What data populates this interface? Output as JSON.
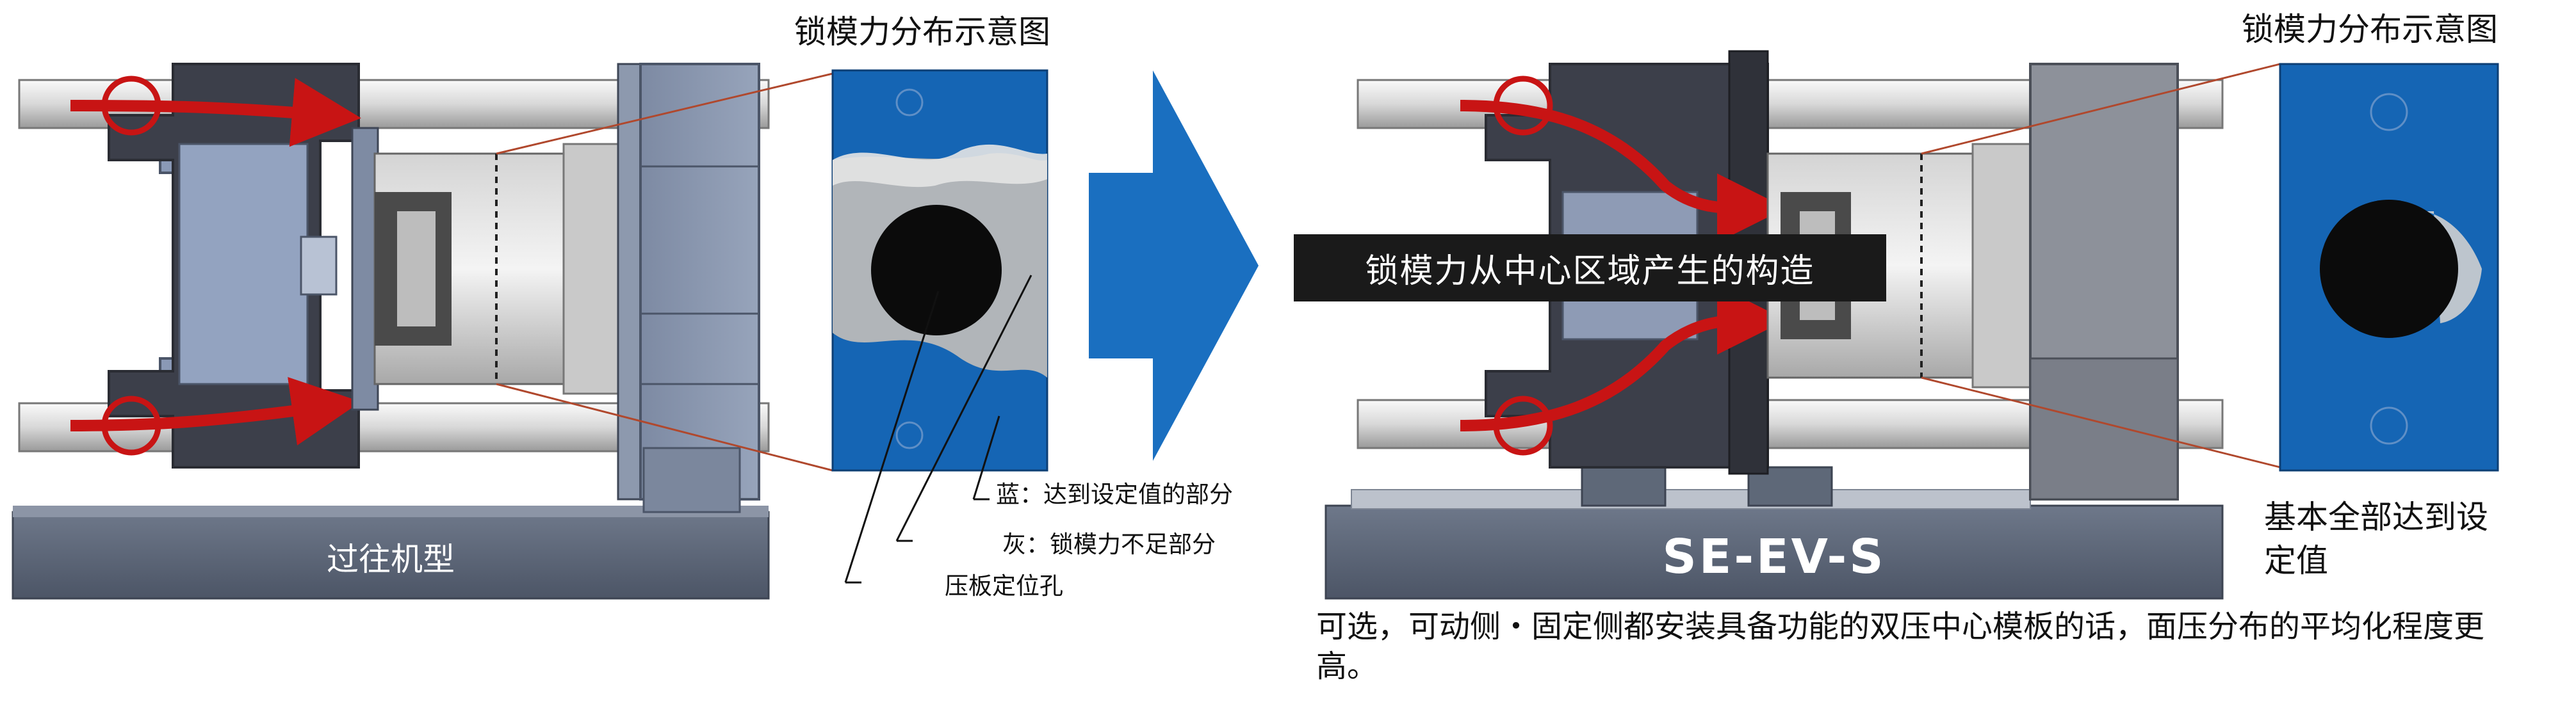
{
  "left_panel": {
    "title": "锁模力分布示意图",
    "machine_label": "过往机型",
    "legend": {
      "blue": "蓝：达到设定值的部分",
      "gray": "灰：锁模力不足部分",
      "hole": "压板定位孔"
    }
  },
  "right_panel": {
    "title": "锁模力分布示意图",
    "banner": "锁模力从中心区域产生的构造",
    "machine_label": "SE-EV-S",
    "result_line1": "基本全部达到设",
    "result_line2": "定值",
    "caption": "可选，可动侧・固定侧都安装具备功能的双压中心模板的话，面压分布的平均化程度更高。"
  },
  "colors": {
    "blue_area": "#1565b4",
    "arrow_blue": "#1a6fc0",
    "force_arrow": "#c81414",
    "machine_steel": "#8e9cb4",
    "frame_dark": "#3a3d48",
    "bed": "#5b6578"
  }
}
